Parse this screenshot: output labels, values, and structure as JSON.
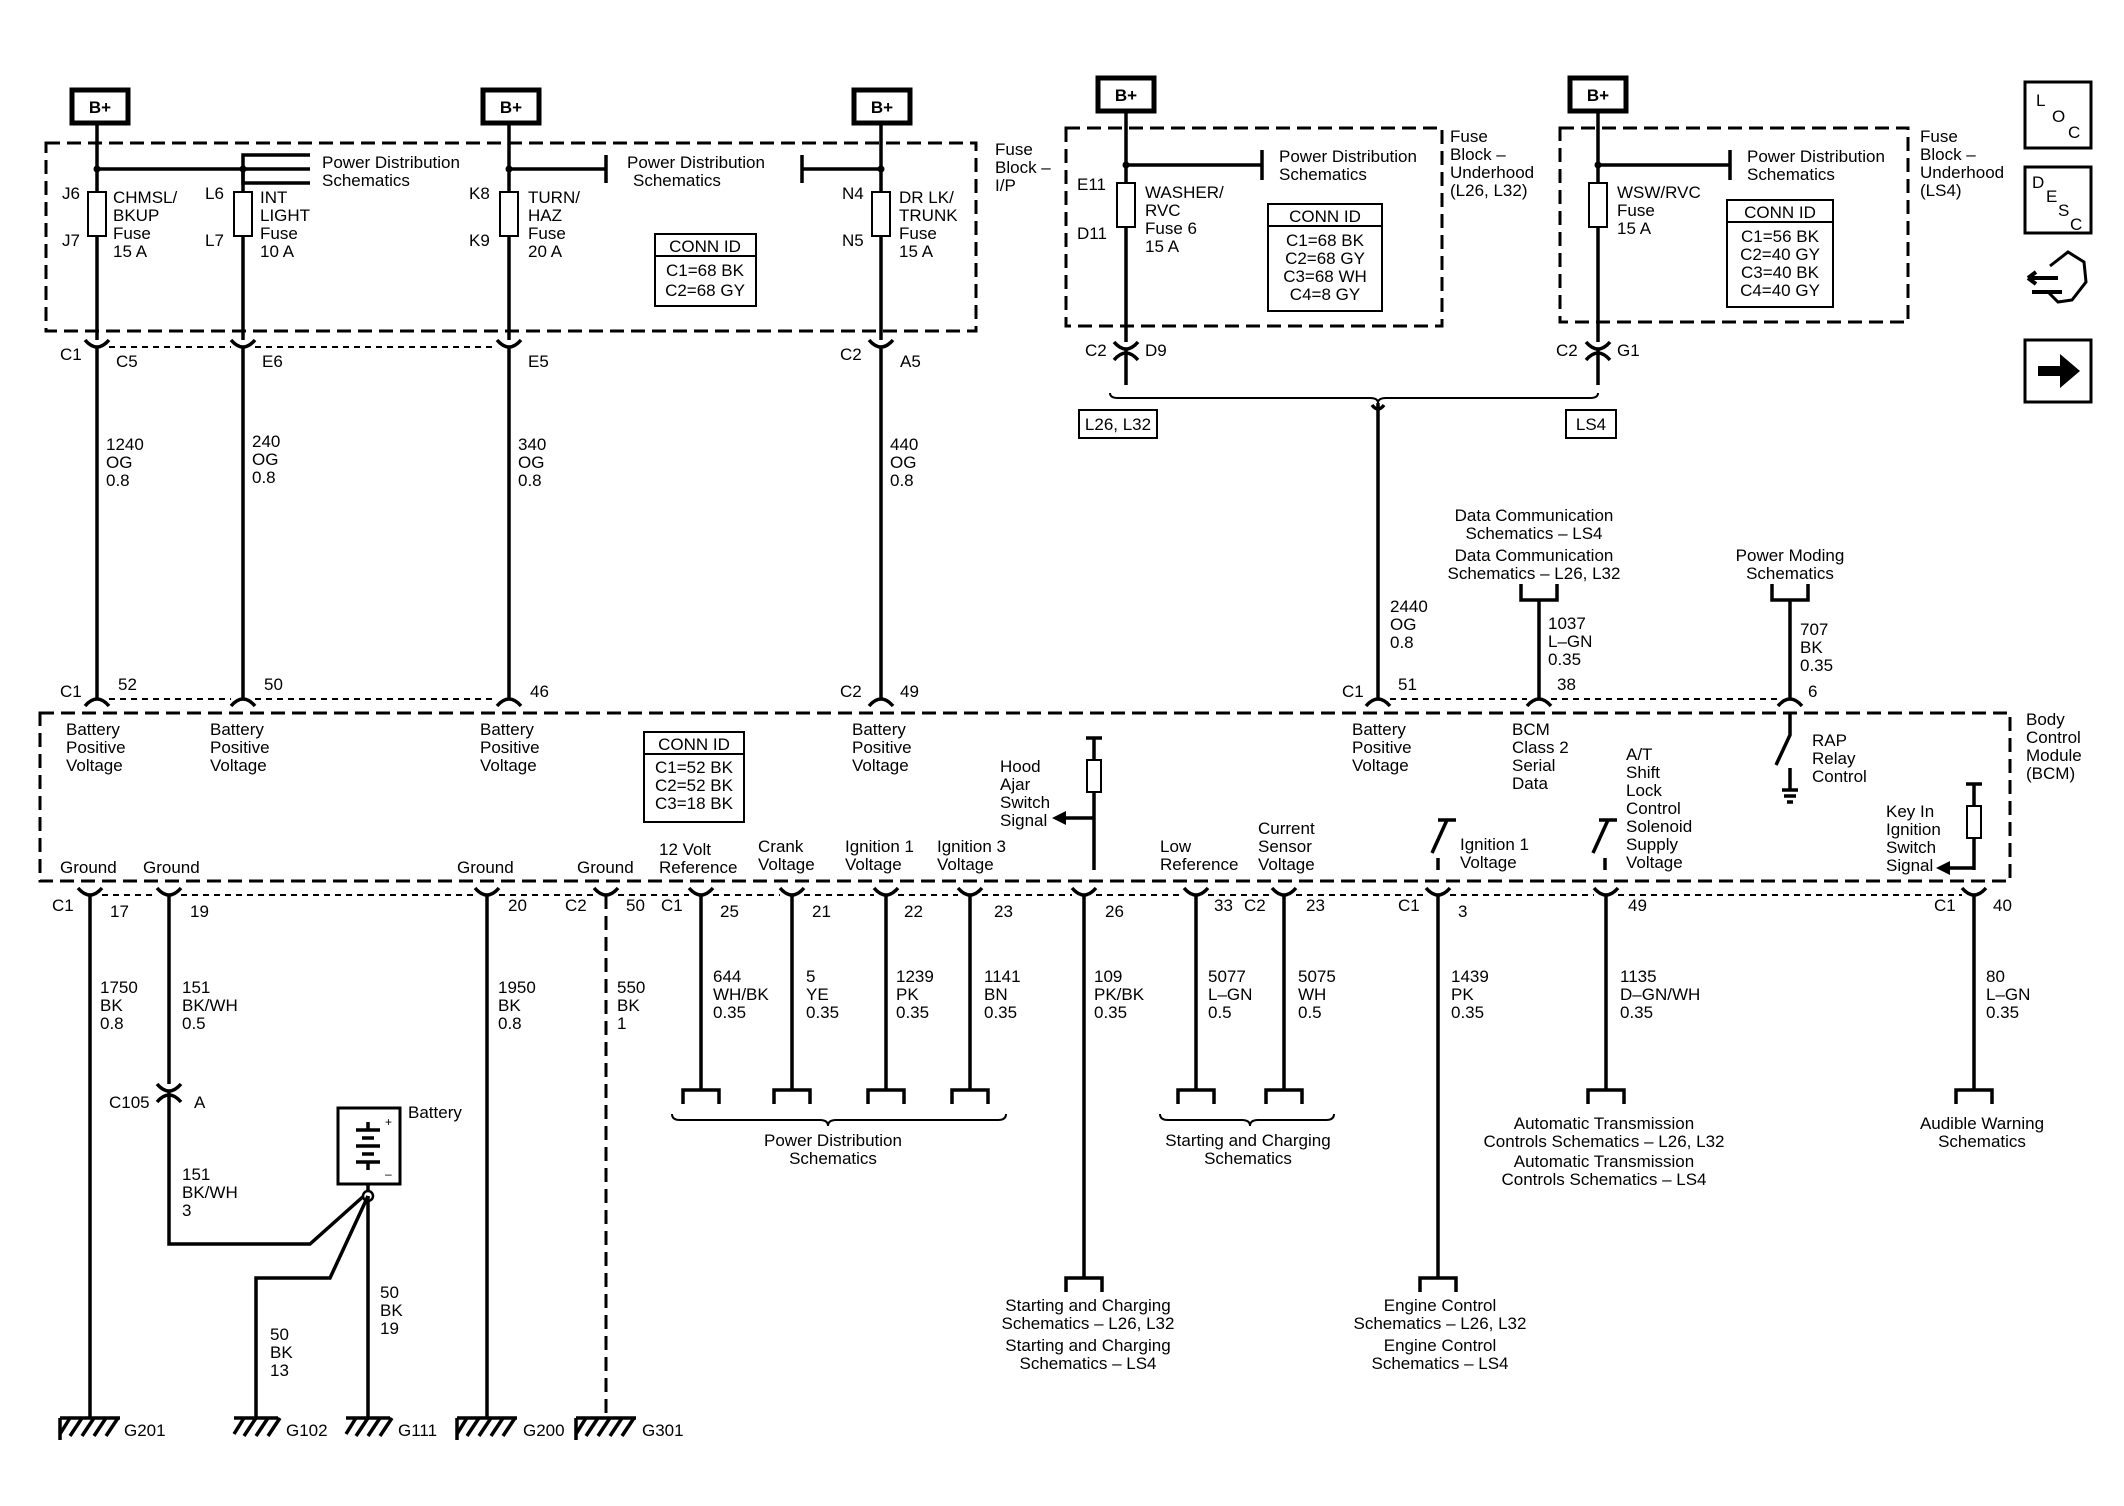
{
  "bplus_label": "B+",
  "fuse_blocks": {
    "ip": {
      "title": [
        "Fuse",
        "Block –",
        "I/P"
      ],
      "pds_label": [
        "Power Distribution",
        "Schematics"
      ],
      "conn_id": {
        "title": "CONN ID",
        "lines": [
          "C1=68 BK",
          "C2=68 GY"
        ]
      }
    },
    "underhood_l26": {
      "title": [
        "Fuse",
        "Block –",
        "Underhood",
        "(L26, L32)"
      ],
      "pds_label": [
        "Power Distribution",
        "Schematics"
      ],
      "conn_id": {
        "title": "CONN ID",
        "lines": [
          "C1=68 BK",
          "C2=68 GY",
          "C3=68 WH",
          "C4=8 GY"
        ]
      }
    },
    "underhood_ls4": {
      "title": [
        "Fuse",
        "Block –",
        "Underhood",
        "(LS4)"
      ],
      "pds_label": [
        "Power Distribution",
        "Schematics"
      ],
      "conn_id": {
        "title": "CONN ID",
        "lines": [
          "C1=56 BK",
          "C2=40 GY",
          "C3=40 BK",
          "C4=40 GY"
        ]
      }
    }
  },
  "fuses": [
    {
      "pin_top": "J6",
      "pin_bot": "J7",
      "label": [
        "CHMSL/",
        "BKUP",
        "Fuse",
        "15 A"
      ],
      "conn": "C1",
      "cav": "C5",
      "wire": [
        "1240",
        "OG",
        "0.8"
      ],
      "bcm_pin": "52",
      "bcm_conn": "C1"
    },
    {
      "pin_top": "L6",
      "pin_bot": "L7",
      "label": [
        "INT",
        "LIGHT",
        "Fuse",
        "10 A"
      ],
      "conn": "",
      "cav": "E6",
      "wire": [
        "240",
        "OG",
        "0.8"
      ],
      "bcm_pin": "50",
      "bcm_conn": ""
    },
    {
      "pin_top": "K8",
      "pin_bot": "K9",
      "label": [
        "TURN/",
        "HAZ",
        "Fuse",
        "20 A"
      ],
      "conn": "",
      "cav": "E5",
      "wire": [
        "340",
        "OG",
        "0.8"
      ],
      "bcm_pin": "46",
      "bcm_conn": ""
    },
    {
      "pin_top": "N4",
      "pin_bot": "N5",
      "label": [
        "DR LK/",
        "TRUNK",
        "Fuse",
        "15 A"
      ],
      "conn": "C2",
      "cav": "A5",
      "wire": [
        "440",
        "OG",
        "0.8"
      ],
      "bcm_pin": "49",
      "bcm_conn": "C2"
    },
    {
      "pin_top": "E11",
      "pin_bot": "D11",
      "label": [
        "WASHER/",
        "RVC",
        "Fuse 6",
        "15 A"
      ],
      "conn": "C2",
      "cav": "D9"
    },
    {
      "pin_top": "",
      "pin_bot": "",
      "label": [
        "WSW/RVC",
        "Fuse",
        "15 A"
      ],
      "conn": "C2",
      "cav": "G1"
    }
  ],
  "option_tags": [
    "L26, L32",
    "LS4"
  ],
  "wire_2440": [
    "2440",
    "OG",
    "0.8"
  ],
  "bcm": {
    "title": [
      "Body",
      "Control",
      "Module",
      "(BCM)"
    ],
    "conn_id": {
      "title": "CONN ID",
      "lines": [
        "C1=52 BK",
        "C2=52 BK",
        "C3=18 BK"
      ]
    },
    "batt_pos_label": [
      "Battery",
      "Positive",
      "Voltage"
    ],
    "pin51": "51",
    "pin51_conn": "C1",
    "serial_label": [
      "BCM",
      "Class 2",
      "Serial",
      "Data"
    ],
    "pin38": "38",
    "rap_label": [
      "RAP",
      "Relay",
      "Control"
    ],
    "pin6": "6",
    "hood_label": [
      "Hood",
      "Ajar",
      "Switch",
      "Signal"
    ],
    "keyin_label": [
      "Key In",
      "Ignition",
      "Switch",
      "Signal"
    ],
    "ign1_label": [
      "Ignition 1",
      "Voltage"
    ],
    "ats_label": [
      "A/T",
      "Shift",
      "Lock",
      "Control",
      "Solenoid",
      "Supply",
      "Voltage"
    ]
  },
  "data_comm": [
    "Data Communication",
    "Schematics – LS4",
    "Data Communication",
    "Schematics – L26, L32"
  ],
  "power_moding": [
    "Power Moding",
    "Schematics"
  ],
  "wire_1037": [
    "1037",
    "L–GN",
    "0.35"
  ],
  "wire_707": [
    "707",
    "BK",
    "0.35"
  ],
  "bottom_pins": [
    {
      "conn": "C1",
      "label": [
        "Ground"
      ],
      "pin": "17",
      "wire": [
        "1750",
        "BK",
        "0.8"
      ],
      "ground": "G201"
    },
    {
      "conn": "",
      "label": [
        "Ground"
      ],
      "pin": "19",
      "wire": [
        "151",
        "BK/WH",
        "0.5"
      ]
    },
    {
      "conn": "",
      "label": [
        "Ground"
      ],
      "pin": "20",
      "wire": [
        "1950",
        "BK",
        "0.8"
      ],
      "ground": "G200"
    },
    {
      "conn": "C2",
      "label": [
        "Ground"
      ],
      "pin": "50",
      "wire": [
        "550",
        "BK",
        "1"
      ],
      "ground": "G301"
    },
    {
      "conn": "C1",
      "label": [
        "12 Volt",
        "Reference"
      ],
      "pin": "25",
      "wire": [
        "644",
        "WH/BK",
        "0.35"
      ]
    },
    {
      "conn": "",
      "label": [
        "Crank",
        "Voltage"
      ],
      "pin": "21",
      "wire": [
        "5",
        "YE",
        "0.35"
      ]
    },
    {
      "conn": "",
      "label": [
        "Ignition 1",
        "Voltage"
      ],
      "pin": "22",
      "wire": [
        "1239",
        "PK",
        "0.35"
      ]
    },
    {
      "conn": "",
      "label": [
        "Ignition 3",
        "Voltage"
      ],
      "pin": "23",
      "wire": [
        "1141",
        "BN",
        "0.35"
      ]
    },
    {
      "conn": "",
      "label": [],
      "pin": "26",
      "wire": [
        "109",
        "PK/BK",
        "0.35"
      ]
    },
    {
      "conn": "",
      "label": [
        "Low",
        "Reference"
      ],
      "pin": "33",
      "wire": [
        "5077",
        "L–GN",
        "0.5"
      ]
    },
    {
      "conn": "C2",
      "label": [
        "Current",
        "Sensor",
        "Voltage"
      ],
      "pin": "23",
      "wire": [
        "5075",
        "WH",
        "0.5"
      ]
    },
    {
      "conn": "C1",
      "label": [],
      "pin": "3",
      "wire": [
        "1439",
        "PK",
        "0.35"
      ]
    },
    {
      "conn": "",
      "label": [],
      "pin": "49",
      "wire": [
        "1135",
        "D–GN/WH",
        "0.35"
      ]
    },
    {
      "conn": "C1",
      "label": [],
      "pin": "40",
      "wire": [
        "80",
        "L–GN",
        "0.35"
      ]
    }
  ],
  "splice": {
    "name": "C105",
    "cav": "A",
    "wire": [
      "151",
      "BK/WH",
      "3"
    ]
  },
  "battery_label": "Battery",
  "battery_wires": [
    {
      "wire": [
        "50",
        "BK",
        "13"
      ],
      "ground": "G102"
    },
    {
      "wire": [
        "50",
        "BK",
        "19"
      ],
      "ground": "G111"
    }
  ],
  "destinations": {
    "pds": [
      "Power Distribution",
      "Schematics"
    ],
    "sc_small": [
      "Starting and Charging",
      "Schematics"
    ],
    "sc_big": [
      "Starting and Charging",
      "Schematics – L26, L32",
      "Starting and Charging",
      "Schematics – LS4"
    ],
    "engine": [
      "Engine Control",
      "Schematics – L26, L32",
      "Engine Control",
      "Schematics – LS4"
    ],
    "atc": [
      "Automatic Transmission",
      "Controls Schematics – L26, L32",
      "Automatic Transmission",
      "Controls Schematics – LS4"
    ],
    "audible": [
      "Audible Warning",
      "Schematics"
    ]
  },
  "nav": {
    "loc": [
      "L",
      "O",
      "C"
    ],
    "desc": [
      "D",
      "E",
      "S",
      "C"
    ]
  }
}
